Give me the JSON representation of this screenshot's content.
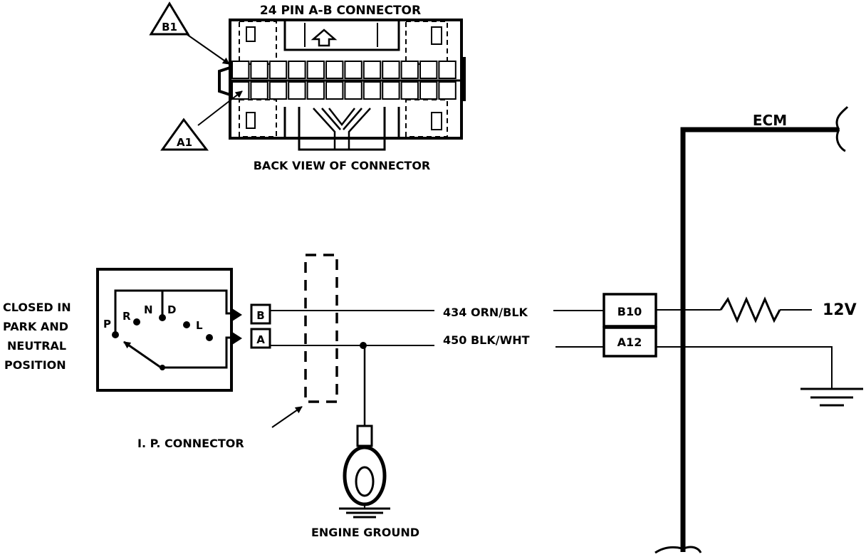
{
  "connector": {
    "title": "24 PIN A-B  CONNECTOR",
    "caption": "BACK VIEW OF CONNECTOR",
    "pin_b1": "B1",
    "pin_a1": "A1"
  },
  "switch": {
    "caption_lines": [
      "CLOSED IN",
      "PARK AND",
      "NEUTRAL",
      "POSITION"
    ],
    "positions": [
      "P",
      "R",
      "N",
      "D",
      "L"
    ],
    "terminal_b": "B",
    "terminal_a": "A"
  },
  "ip_connector_label": "I. P. CONNECTOR",
  "engine_ground_label": "ENGINE GROUND",
  "wires": [
    {
      "label": "434 ORN/BLK"
    },
    {
      "label": "450 BLK/WHT"
    }
  ],
  "ecm": {
    "label": "ECM",
    "pins": [
      "B10",
      "A12"
    ],
    "voltage": "12V"
  }
}
